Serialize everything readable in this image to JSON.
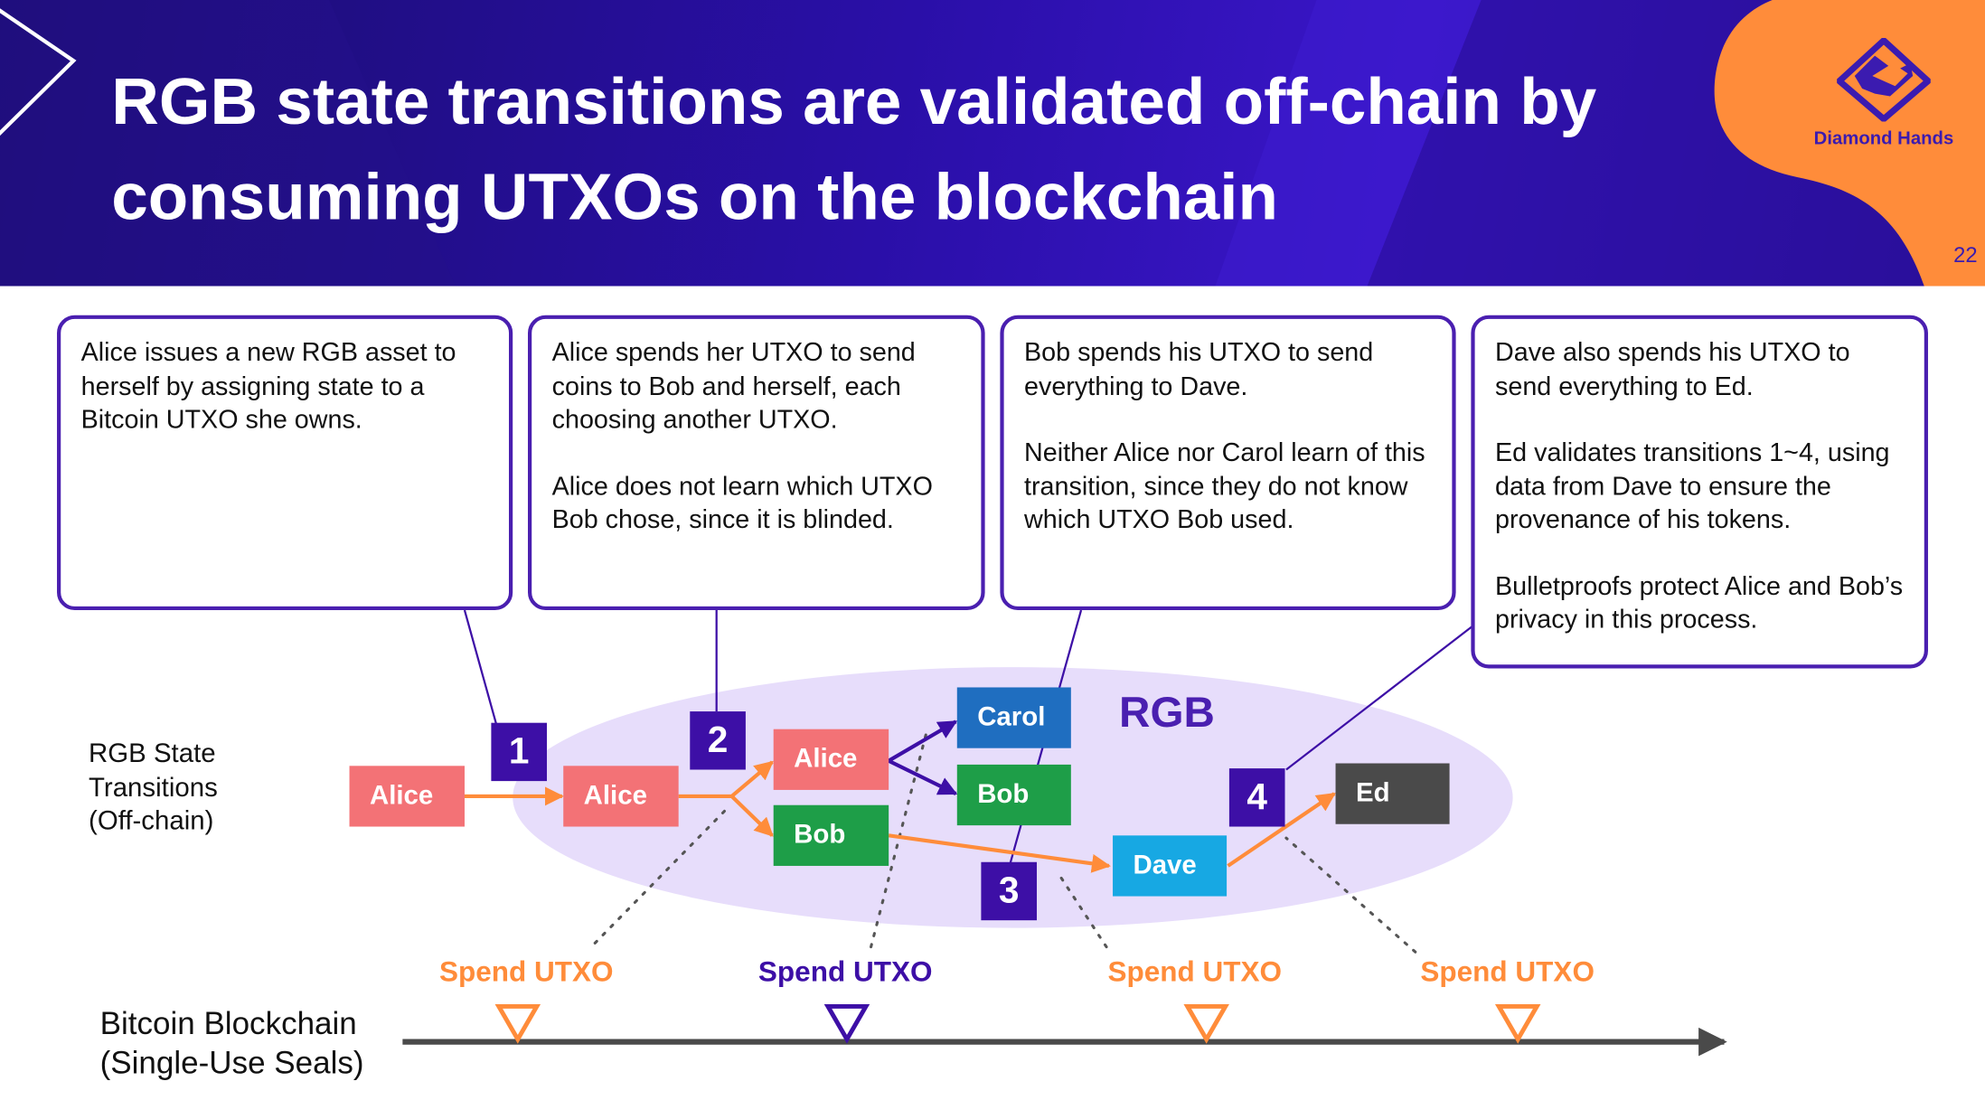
{
  "slide": {
    "title": "RGB state transitions are validated off-chain by consuming UTXOs on the blockchain",
    "page_number": "22",
    "brand": "Diamond Hands"
  },
  "colors": {
    "header_bg": "#2a0fa8",
    "brand_orange": "#ff8c3a",
    "outline_purple": "#4a1fb0",
    "step_purple": "#3d0fa6",
    "rgb_ellipse": "#e7ddfb",
    "alice": "#f37276",
    "bob": "#1e9e48",
    "carol": "#1f6ec0",
    "dave": "#17a8e3",
    "ed": "#4a4a4a",
    "arrow_orange": "#ff8c3a",
    "arrow_purple": "#3d0fa6"
  },
  "callouts": [
    {
      "paragraphs": [
        "Alice issues a new RGB asset to herself by assigning state to a Bitcoin UTXO she owns."
      ]
    },
    {
      "paragraphs": [
        "Alice spends her UTXO to send coins to Bob and herself, each choosing another UTXO.",
        "Alice does not learn which UTXO Bob chose, since it is blinded."
      ]
    },
    {
      "paragraphs": [
        "Bob spends his UTXO to send everything to Dave.",
        "Neither Alice nor Carol learn of this transition, since they do not know which UTXO Bob used."
      ]
    },
    {
      "paragraphs": [
        "Dave also spends his UTXO to send everything to Ed.",
        "Ed validates transitions 1~4, using data from Dave to ensure the provenance of his tokens.",
        "Bulletproofs protect Alice and Bob’s privacy in this process."
      ]
    }
  ],
  "diagram": {
    "rgb_label": "RGB",
    "state_label": [
      "RGB  State",
      "Transitions",
      "(Off-chain)"
    ],
    "chain_label": [
      "Bitcoin Blockchain",
      "(Single-Use Seals)"
    ],
    "nodes": {
      "alice0": "Alice",
      "alice1": "Alice",
      "alice2": "Alice",
      "bob1": "Bob",
      "carol": "Carol",
      "bob2": "Bob",
      "dave": "Dave",
      "ed": "Ed"
    },
    "steps": [
      "1",
      "2",
      "3",
      "4"
    ],
    "spends": [
      {
        "label": "Spend UTXO",
        "color": "#ff8c3a"
      },
      {
        "label": "Spend UTXO",
        "color": "#3d0fa6"
      },
      {
        "label": "Spend UTXO",
        "color": "#ff8c3a"
      },
      {
        "label": "Spend UTXO",
        "color": "#ff8c3a"
      }
    ]
  }
}
